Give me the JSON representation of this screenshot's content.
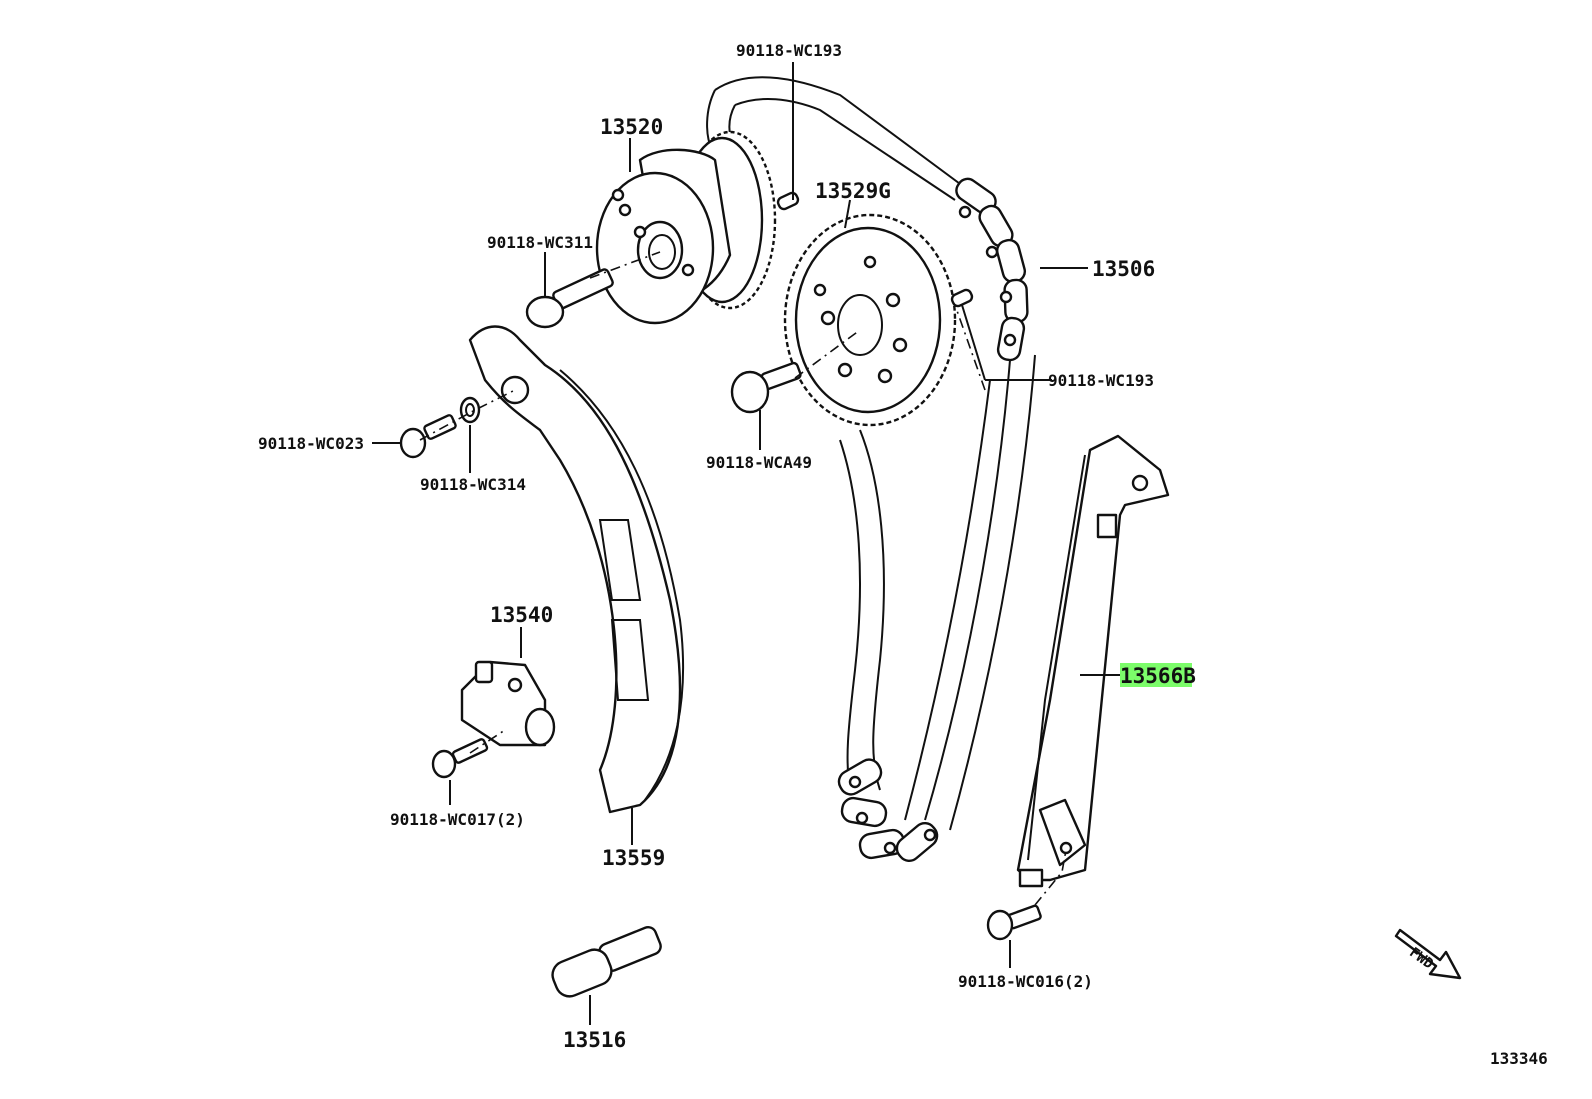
{
  "labels": {
    "p13520": "13520",
    "p13529g": "13529G",
    "p13506": "13506",
    "p13540": "13540",
    "p13559": "13559",
    "p13566b": "13566B",
    "p13516": "13516",
    "wc193_top": "90118-WC193",
    "wc193_right": "90118-WC193",
    "wc311": "90118-WC311",
    "wc023": "90118-WC023",
    "wc314": "90118-WC314",
    "wca49": "90118-WCA49",
    "wc017": "90118-WC017(2)",
    "wc016": "90118-WC016(2)",
    "fwd": "FWD",
    "figure_number": "133346"
  },
  "highlight_color": "#7CFC6A"
}
